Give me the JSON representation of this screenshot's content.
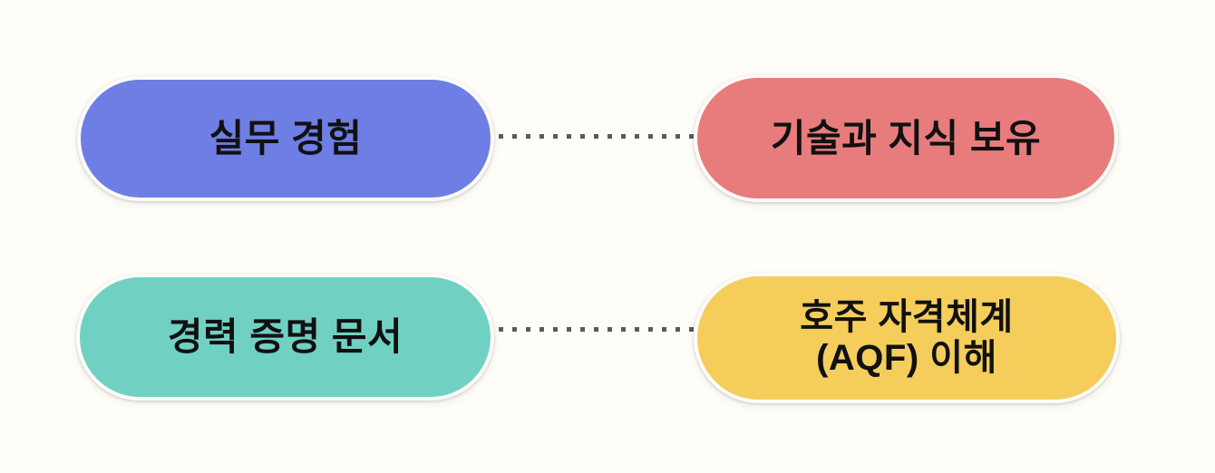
{
  "diagram": {
    "background_color": "#fffdf8",
    "text_color": "#111111",
    "connector_color": "#5a5a5a",
    "ring_color": "#fdfcf9",
    "nodes": [
      {
        "id": "practical-experience",
        "lines": [
          "실무 경험"
        ],
        "color": "#6e7ee4"
      },
      {
        "id": "skills-and-knowledge",
        "lines": [
          "기술과 지식 보유"
        ],
        "color": "#e87c7c"
      },
      {
        "id": "career-proof-documents",
        "lines": [
          "경력 증명 문서"
        ],
        "color": "#70d1c2"
      },
      {
        "id": "aqf-understanding",
        "lines": [
          "호주 자격체계",
          "(AQF) 이해"
        ],
        "color": "#f5cd5b"
      }
    ],
    "connectors": [
      {
        "from": "practical-experience",
        "to": "skills-and-knowledge",
        "style": "dotted"
      },
      {
        "from": "career-proof-documents",
        "to": "aqf-understanding",
        "style": "dotted"
      }
    ]
  }
}
